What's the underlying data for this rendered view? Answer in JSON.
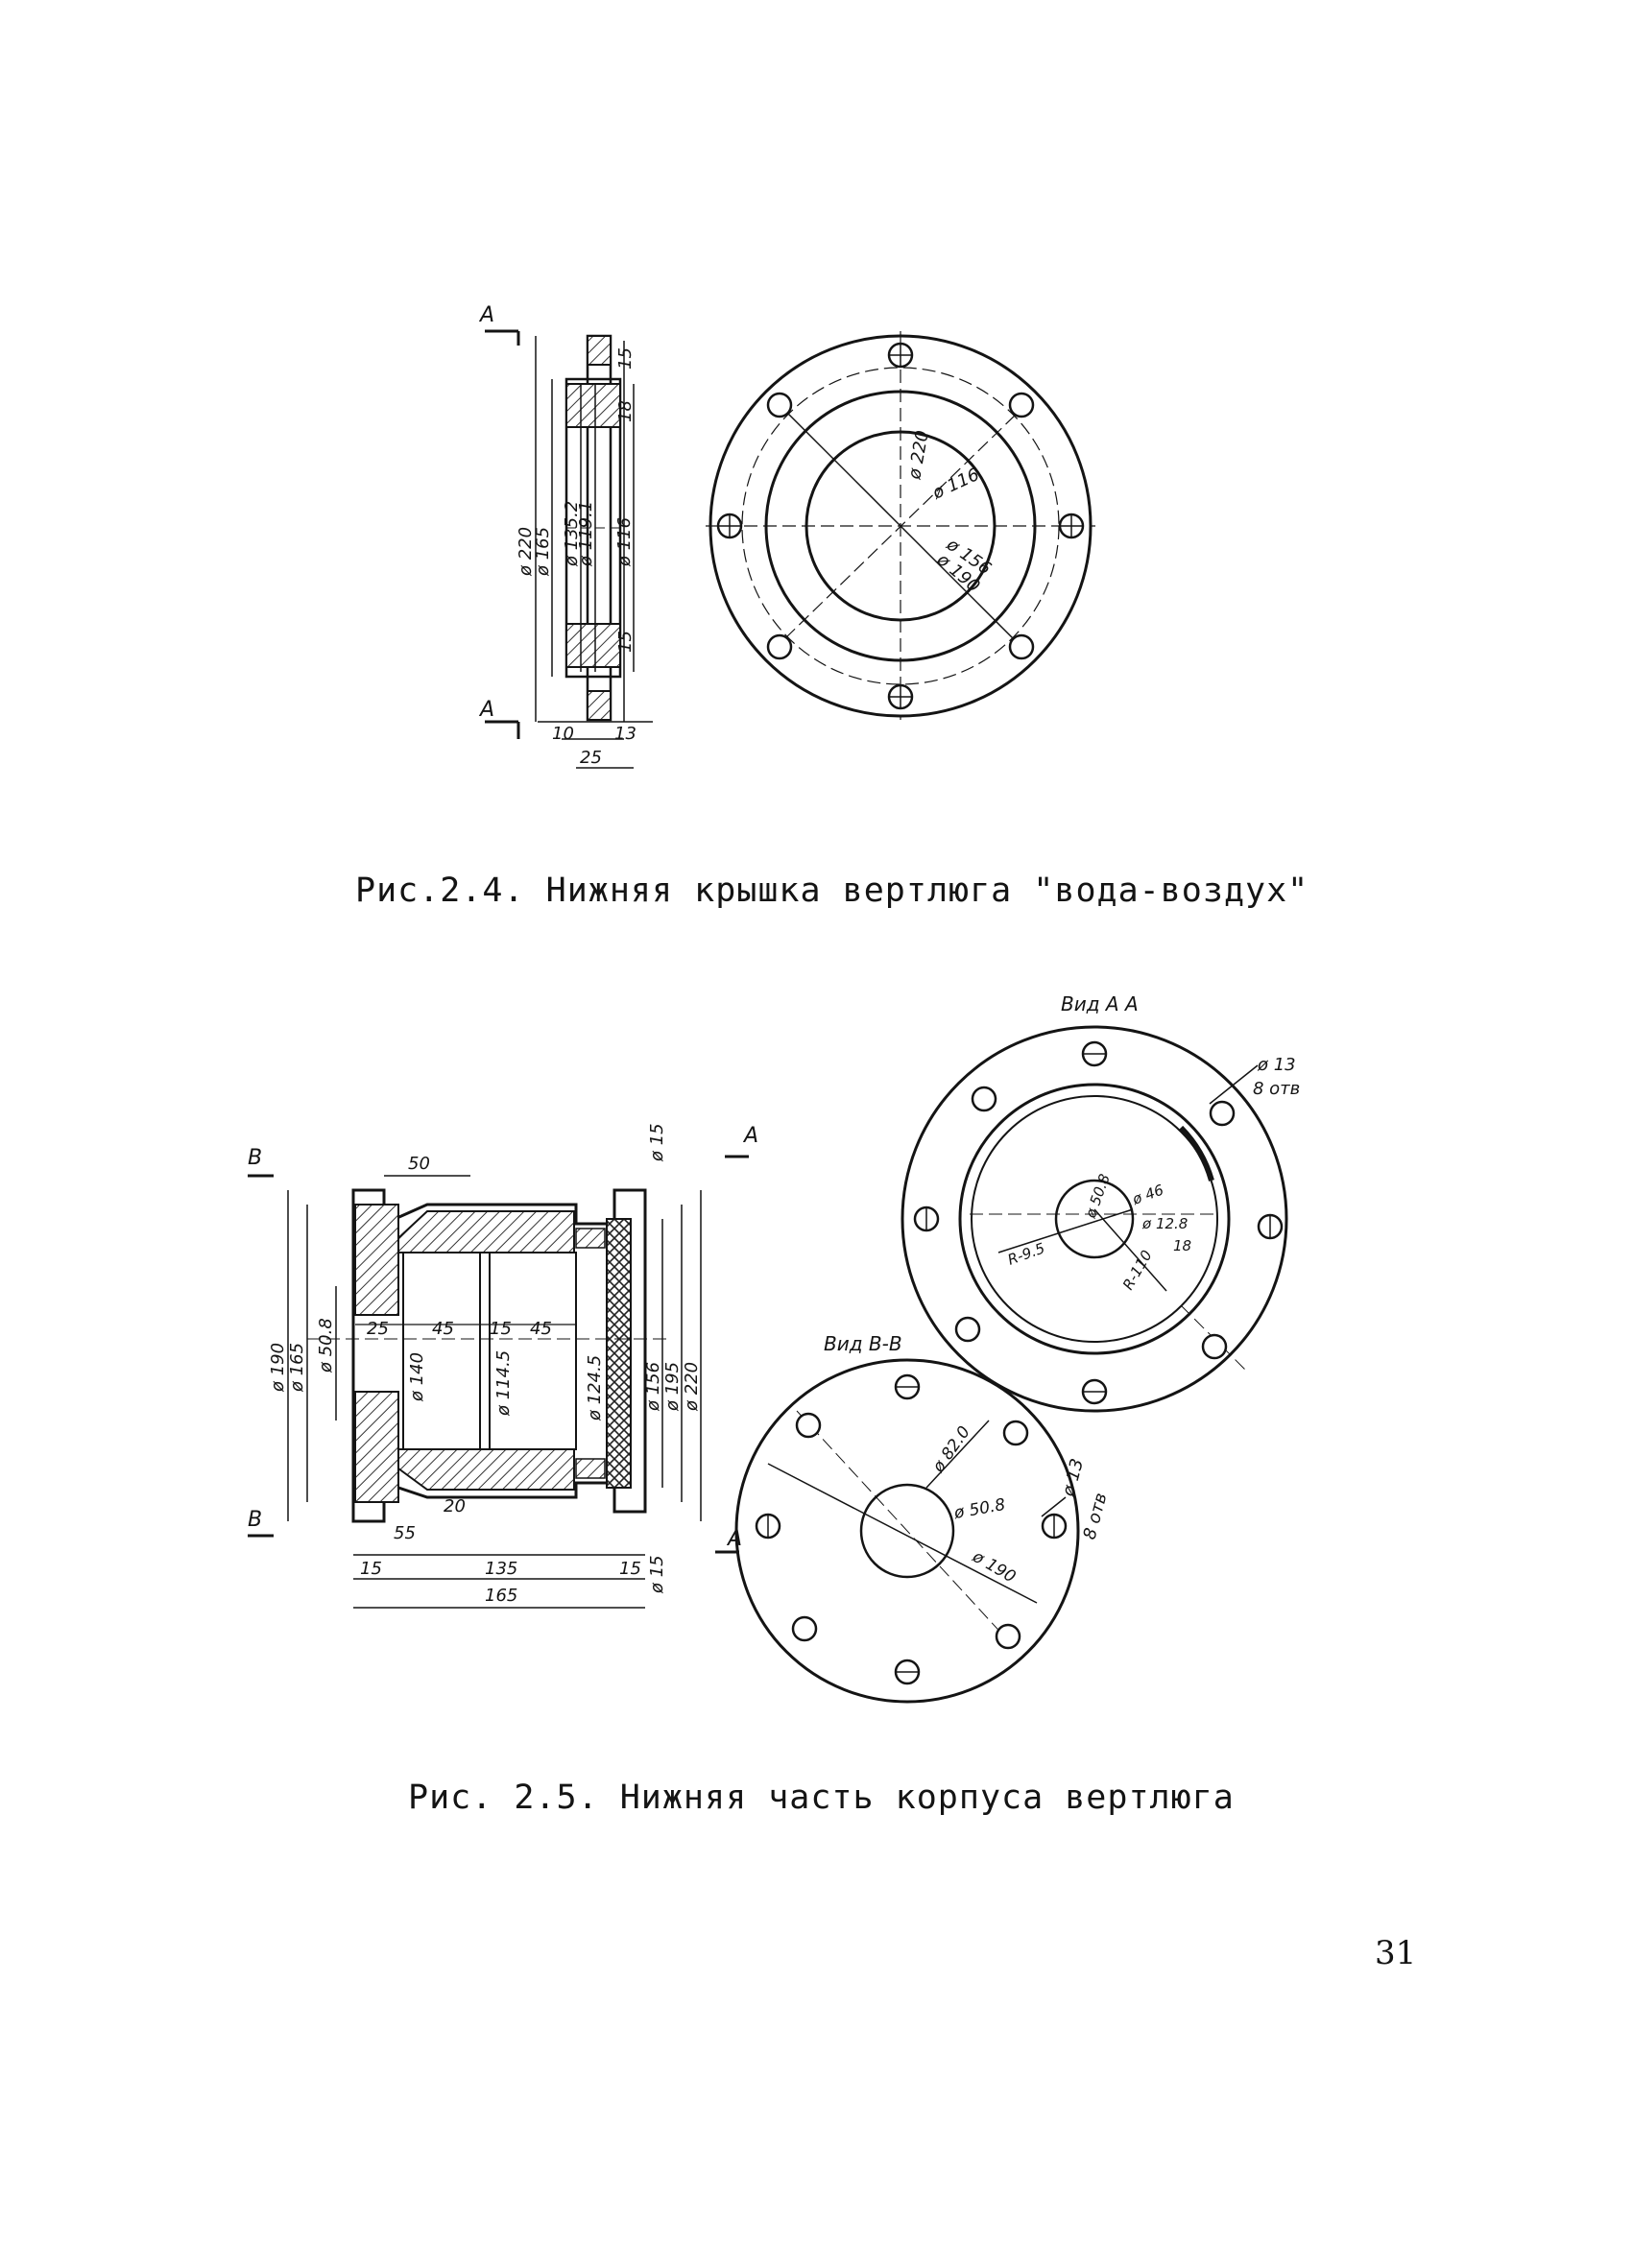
{
  "fig24": {
    "caption": "Рис.2.4. Нижняя крышка вертлюга \"вода-воздух\"",
    "section_mark": "А",
    "side_dims": [
      "ø 220",
      "ø 165",
      "ø 135.2",
      "ø 119.1",
      "ø 116",
      "18",
      "15",
      "15",
      "10",
      "25",
      "13"
    ],
    "plan_dims": [
      "ø 220",
      "ø 116",
      "ø 156",
      "ø 190"
    ]
  },
  "fig25": {
    "caption": "Рис. 2.5. Нижняя часть корпуса вертлюга",
    "mark_b": "В",
    "mark_a": "А",
    "side_dims": [
      "50",
      "ø 190",
      "ø 165",
      "ø 50.8",
      "25",
      "45",
      "15",
      "45",
      "ø 140",
      "ø 114.5",
      "ø 124.5",
      "ø 156",
      "ø 195",
      "ø 220",
      "55",
      "15",
      "135",
      "15",
      "165",
      "ø 15",
      "ø 15",
      "20"
    ],
    "view_aa": {
      "title": "Вид А А",
      "holes_label": "ø 13",
      "holes_count": "8 отв",
      "dims": [
        "ø 50.8",
        "ø 46",
        "R-9.5",
        "R-110",
        "ø 12.8",
        "18"
      ]
    },
    "view_bb": {
      "title": "Вид В-В",
      "holes_label": "ø 13",
      "holes_count": "8 отв",
      "dims": [
        "ø 82.0",
        "ø 50.8",
        "ø 190"
      ]
    }
  },
  "page_number": "31"
}
